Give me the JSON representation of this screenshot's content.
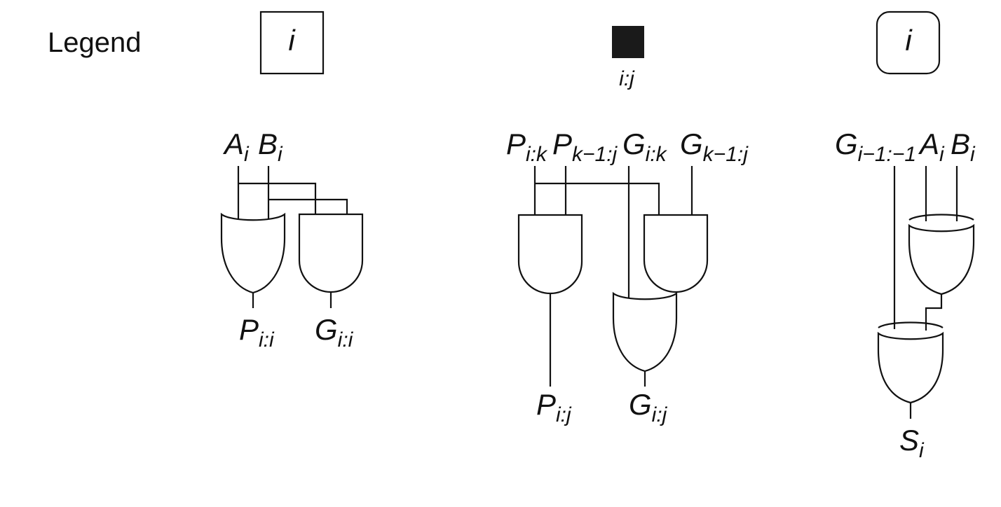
{
  "legend": {
    "title": "Legend",
    "bit_cell_label": "i",
    "group_cell_label": "i:j",
    "sum_cell_label": "i"
  },
  "bit_cell": {
    "inputs": [
      {
        "base": "A",
        "sub": "i"
      },
      {
        "base": "B",
        "sub": "i"
      }
    ],
    "outputs": [
      {
        "base": "P",
        "sub": "i:i"
      },
      {
        "base": "G",
        "sub": "i:i"
      }
    ]
  },
  "group_cell": {
    "inputs": [
      {
        "base": "P",
        "sub": "i:k"
      },
      {
        "base": "P",
        "sub": "k−1:j"
      },
      {
        "base": "G",
        "sub": "i:k"
      },
      {
        "base": "G",
        "sub": "k−1:j"
      }
    ],
    "outputs": [
      {
        "base": "P",
        "sub": "i:j"
      },
      {
        "base": "G",
        "sub": "i:j"
      }
    ]
  },
  "sum_cell": {
    "inputs": [
      {
        "base": "G",
        "sub": "i−1:−1"
      },
      {
        "base": "A",
        "sub": "i"
      },
      {
        "base": "B",
        "sub": "i"
      }
    ],
    "outputs": [
      {
        "base": "S",
        "sub": "i"
      }
    ]
  }
}
